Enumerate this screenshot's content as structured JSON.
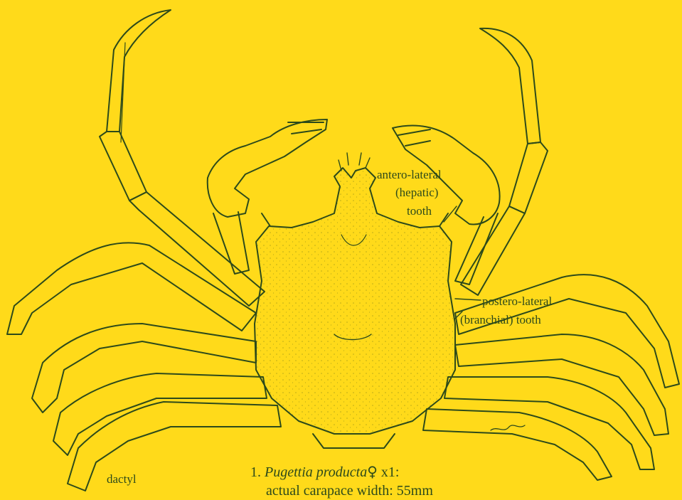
{
  "colors": {
    "background": "#FFDA1A",
    "ink": "#2D4A1A"
  },
  "labels": {
    "antero_lateral": "antero-lateral",
    "hepatic": "(hepatic)",
    "tooth_upper": "tooth",
    "postero_lateral": "postero-lateral",
    "branchial_tooth": "(branchial) tooth",
    "dactyl": "dactyl"
  },
  "caption": {
    "number": "1.",
    "species": "Pugettia producta",
    "sex_symbol": "♀",
    "scale": "x1:",
    "line2": "actual carapace width: 55mm"
  },
  "icons": [
    "crab-illustration",
    "female-symbol",
    "signature-mark"
  ]
}
